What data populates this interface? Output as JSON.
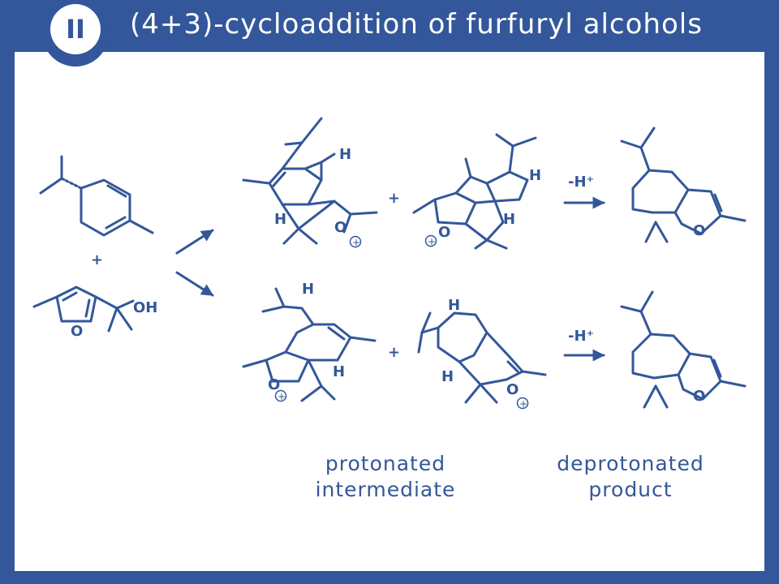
{
  "header": {
    "badge": "II",
    "title": "(4+3)-cycloaddition of furfuryl alcohols"
  },
  "scheme": {
    "plus": "+",
    "hydroxyl": "OH",
    "oxygen": "O",
    "hydrogen": "H",
    "loss_of_proton": "-H⁺",
    "charge": "+"
  },
  "captions": {
    "intermediate": [
      "protonated",
      "intermediate"
    ],
    "product": [
      "deprotonated",
      "product"
    ]
  },
  "colors": {
    "brand": "#33579a",
    "panel": "#ffffff"
  }
}
